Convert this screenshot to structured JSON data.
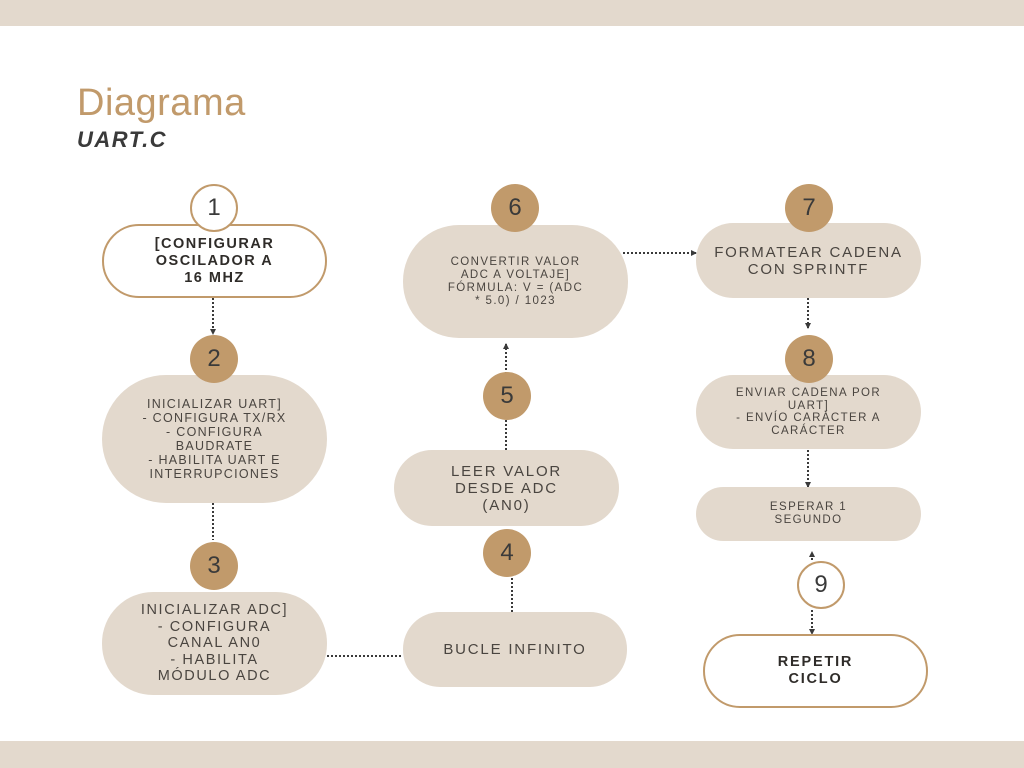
{
  "header": {
    "title": "Diagrama",
    "subtitle": "UART.C"
  },
  "colors": {
    "accent": "#c19a6b",
    "node_fill": "#e3d9cd",
    "text": "#4a4540",
    "band": "#e3d9cd"
  },
  "steps": [
    {
      "number": "1",
      "text": "[CONFIGURAR\nOSCILADOR A\n16 MHZ",
      "style": "outlined"
    },
    {
      "number": "2",
      "text": "INICIALIZAR UART]\n- CONFIGURA TX/RX\n- CONFIGURA\nBAUDRATE\n- HABILITA UART E\nINTERRUPCIONES",
      "style": "filled"
    },
    {
      "number": "3",
      "text": "INICIALIZAR ADC]\n- CONFIGURA\nCANAL AN0\n- HABILITA\nMÓDULO ADC",
      "style": "filled"
    },
    {
      "number": "4",
      "text": "BUCLE INFINITO",
      "style": "filled"
    },
    {
      "number": "5",
      "text": "LEER VALOR\nDESDE ADC\n(AN0)",
      "style": "filled"
    },
    {
      "number": "6",
      "text": "CONVERTIR VALOR\nADC A VOLTAJE]\nFÓRMULA: V = (ADC\n* 5.0) / 1023",
      "style": "filled"
    },
    {
      "number": "7",
      "text": "FORMATEAR CADENA\nCON SPRINTF",
      "style": "filled"
    },
    {
      "number": "8",
      "text": "ENVIAR CADENA POR\nUART]\n- ENVÍO CARÁCTER A\nCARÁCTER",
      "style": "filled"
    },
    {
      "number": "",
      "text": "ESPERAR 1\nSEGUNDO",
      "style": "filled"
    },
    {
      "number": "9",
      "text": "REPETIR\nCICLO",
      "style": "outlined"
    }
  ]
}
